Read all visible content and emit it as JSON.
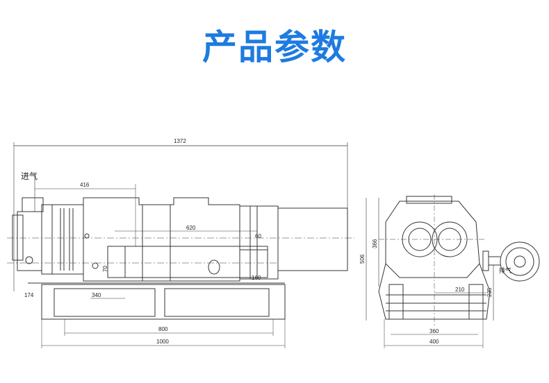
{
  "title": "产品参数",
  "drawing": {
    "side_view": {
      "inlet_label": "进气",
      "dimensions": {
        "overall_length": "1372",
        "d416": "416",
        "d620": "620",
        "d60": "60",
        "d160": "160",
        "d174": "174",
        "d340": "340",
        "d800": "800",
        "d1000": "1000",
        "d70": "70"
      }
    },
    "end_view": {
      "outlet_label": "排气",
      "dimensions": {
        "height_506": "506",
        "height_366": "366",
        "d210": "210",
        "d235": "235",
        "d360": "360",
        "d400": "400"
      }
    },
    "colors": {
      "title": "#1e7be0",
      "line": "#333333"
    }
  }
}
